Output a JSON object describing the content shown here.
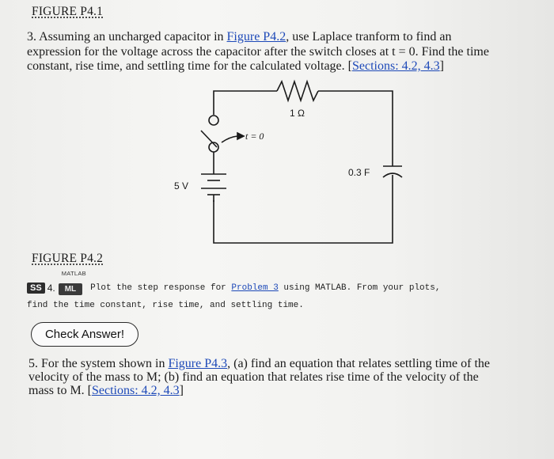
{
  "figure1_label": "FIGURE P4.1",
  "problem3": {
    "line1_pre": "3. Assuming an uncharged capacitor in ",
    "line1_link": "Figure P4.2",
    "line1_post": ", use Laplace tranform to find an",
    "line2": "expression for the voltage across the capacitor after the switch closes at t = 0. Find the time",
    "line3_pre": "constant, rise time, and settling time for the calculated voltage. [",
    "line3_link": "Sections: 4.2, 4.3",
    "line3_post": "]"
  },
  "circuit": {
    "resistor_label": "1 Ω",
    "switch_label": "t = 0",
    "capacitor_label": "0.3 F",
    "source_label": "5 V"
  },
  "figure2_label": "FIGURE P4.2",
  "problem4": {
    "badge_ss": "SS",
    "number": "4.",
    "badge_matlab": "MATLAB",
    "badge_ml": "ML",
    "line1_pre": "Plot the step response for ",
    "line1_link": "Problem 3",
    "line1_post": " using MATLAB. From your plots,",
    "line2": "find the time constant, rise time, and settling time."
  },
  "check_answer_label": "Check Answer!",
  "problem5": {
    "line1_pre": "5. For the system shown in ",
    "line1_link": "Figure P4.3",
    "line1_post": ", (a) find an equation that relates settling time of the",
    "line2": "velocity of the mass to M; (b) find an equation that relates rise time of the velocity of the",
    "line3_pre": "mass to M. [",
    "line3_link": "Sections: 4.2, 4.3",
    "line3_post": "]"
  }
}
